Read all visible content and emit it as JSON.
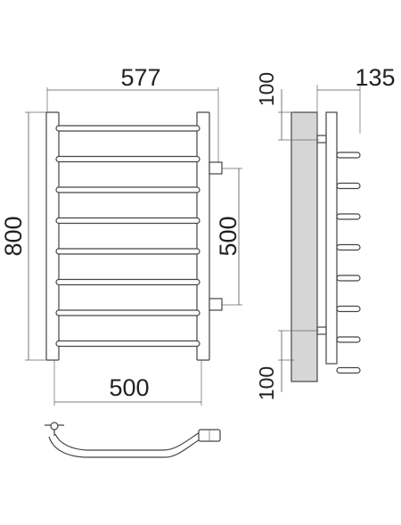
{
  "dimensions": {
    "overall_width": "577",
    "overall_height": "800",
    "inner_width": "500",
    "axis_distance": "500",
    "wall_offset": "135",
    "top_offset": "100",
    "bottom_offset": "100"
  },
  "rungs": 8,
  "colors": {
    "line": "#444444",
    "wall": "#d6d6d6",
    "background": "#ffffff"
  }
}
